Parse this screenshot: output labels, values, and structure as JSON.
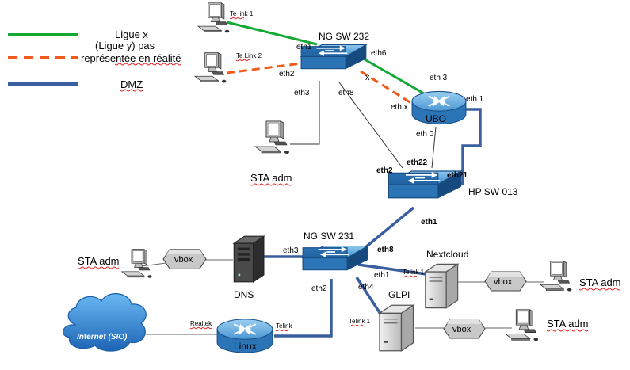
{
  "legend": {
    "green_label": "Ligue x",
    "orange_label_1": "(Ligue y) pas",
    "orange_label_2": "représentée en réalité",
    "blue_label": "DMZ"
  },
  "colors": {
    "green": "#16a834",
    "orange": "#f05a1c",
    "blue": "#3a5f9f",
    "thin": "#333333",
    "device_blue": "#1f6fb8",
    "cloud": "#2a7fd0"
  },
  "devices": {
    "sw232": "NG SW 232",
    "sw231": "NG SW 231",
    "sw013": "HP SW 013",
    "ubo": "UBO",
    "linux": "Linux",
    "dns": "DNS",
    "nextcloud": "Nextcloud",
    "glpi": "GLPI",
    "internet": "Internet (SIO)",
    "vbox": "vbox",
    "sta_adm": "STA adm"
  },
  "ports": {
    "sw232_eth1": "eth1",
    "sw232_eth2": "eth2",
    "sw232_eth3": "eth3",
    "sw232_eth6": "eth6",
    "sw232_eth8": "eth8",
    "x_mark": "x",
    "ubo_eth3": "eth 3",
    "ubo_ethx": "eth x",
    "ubo_eth1": "eth 1",
    "ubo_eth0": "eth 0",
    "hp_eth22": "eth22",
    "hp_eth21": "eth21",
    "hp_eth2": "eth2",
    "hp_eth1": "eth1",
    "sw231_eth3": "eth3",
    "sw231_eth8": "eth8",
    "sw231_eth1": "eth1",
    "sw231_eth2": "eth2",
    "sw231_eth4": "eth4"
  },
  "cables": {
    "te_link_1": "Te link 1",
    "te_link_2": "Te Link 2",
    "telink": "Telink",
    "realtek": "Realtek",
    "telink_1": "Telink 1"
  }
}
